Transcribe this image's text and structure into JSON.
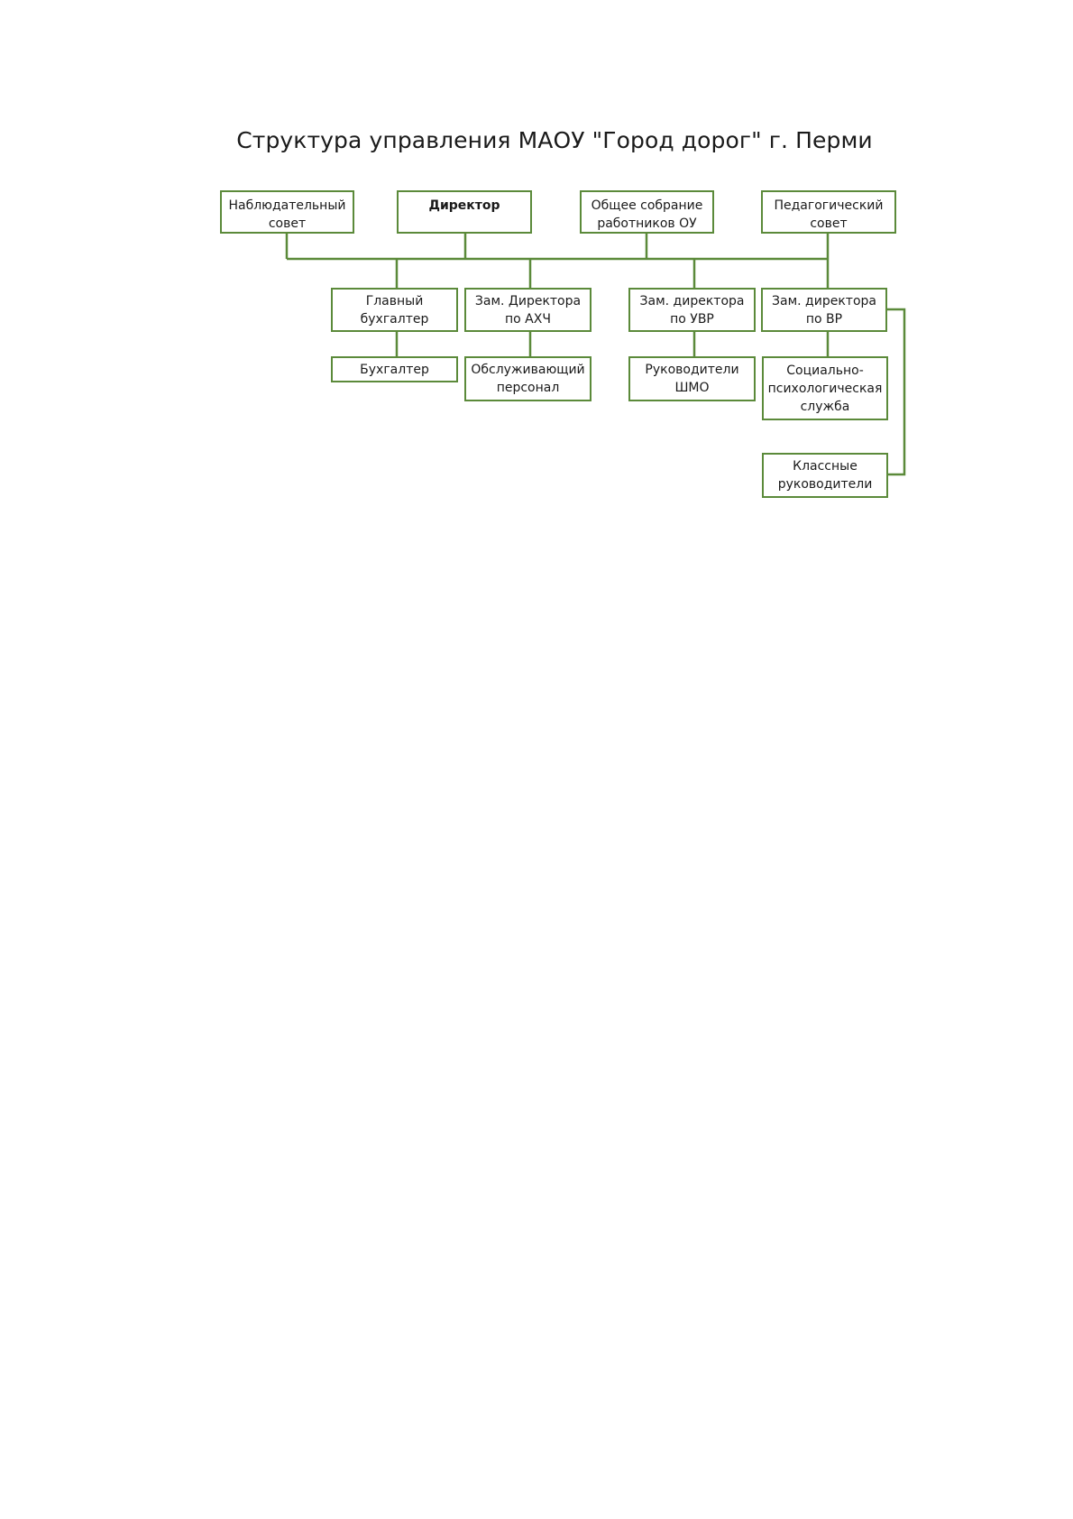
{
  "title": "Структура управления МАОУ \"Город дорог\" г. Перми",
  "colors": {
    "border": "#5b8a3a",
    "line": "#5b8a3a"
  },
  "nodes": {
    "observ_council": "Наблюдательный\nсовет",
    "director": "Директор",
    "general_meeting": "Общее собрание\nработников ОУ",
    "ped_council": "Педагогический\nсовет",
    "chief_accountant": "Главный\nбухгалтер",
    "deputy_ahch": "Зам. Директора\nпо АХЧ",
    "deputy_uvr": "Зам. директора\nпо УВР",
    "deputy_vr": "Зам. директора\nпо ВР",
    "accountant": "Бухгалтер",
    "service_staff": "Обслуживающий\nперсонал",
    "shmo_heads": "Руководители\nШМО",
    "social_psych": "Социально-\nпсихологическая\nслужба",
    "class_teachers": "Классные\nруководители"
  }
}
